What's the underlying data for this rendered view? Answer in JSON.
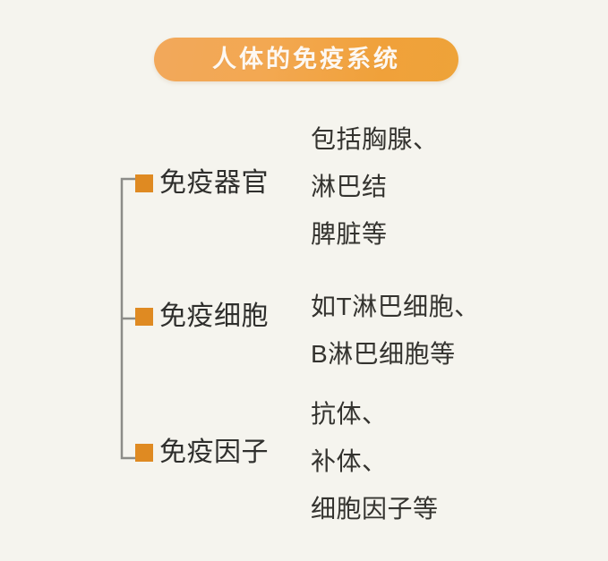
{
  "page": {
    "background_color": "#f5f4ee",
    "title": "人体的免疫系统",
    "accent_color": "#df8a22",
    "banner_gradient_from": "#f2a85b",
    "banner_gradient_to": "#eea339",
    "text_color": "#2f2f2d"
  },
  "branches": [
    {
      "label": "免疫器官",
      "bullet": "orange-square-bullet",
      "details": [
        "包括胸腺、",
        "淋巴结",
        "脾脏等"
      ]
    },
    {
      "label": "免疫细胞",
      "bullet": "orange-square-bullet",
      "details": [
        "如T淋巴细胞、",
        "B淋巴细胞等"
      ]
    },
    {
      "label": "免疫因子",
      "bullet": "orange-square-bullet",
      "details": [
        "抗体、",
        "补体、",
        "细胞因子等"
      ]
    }
  ]
}
